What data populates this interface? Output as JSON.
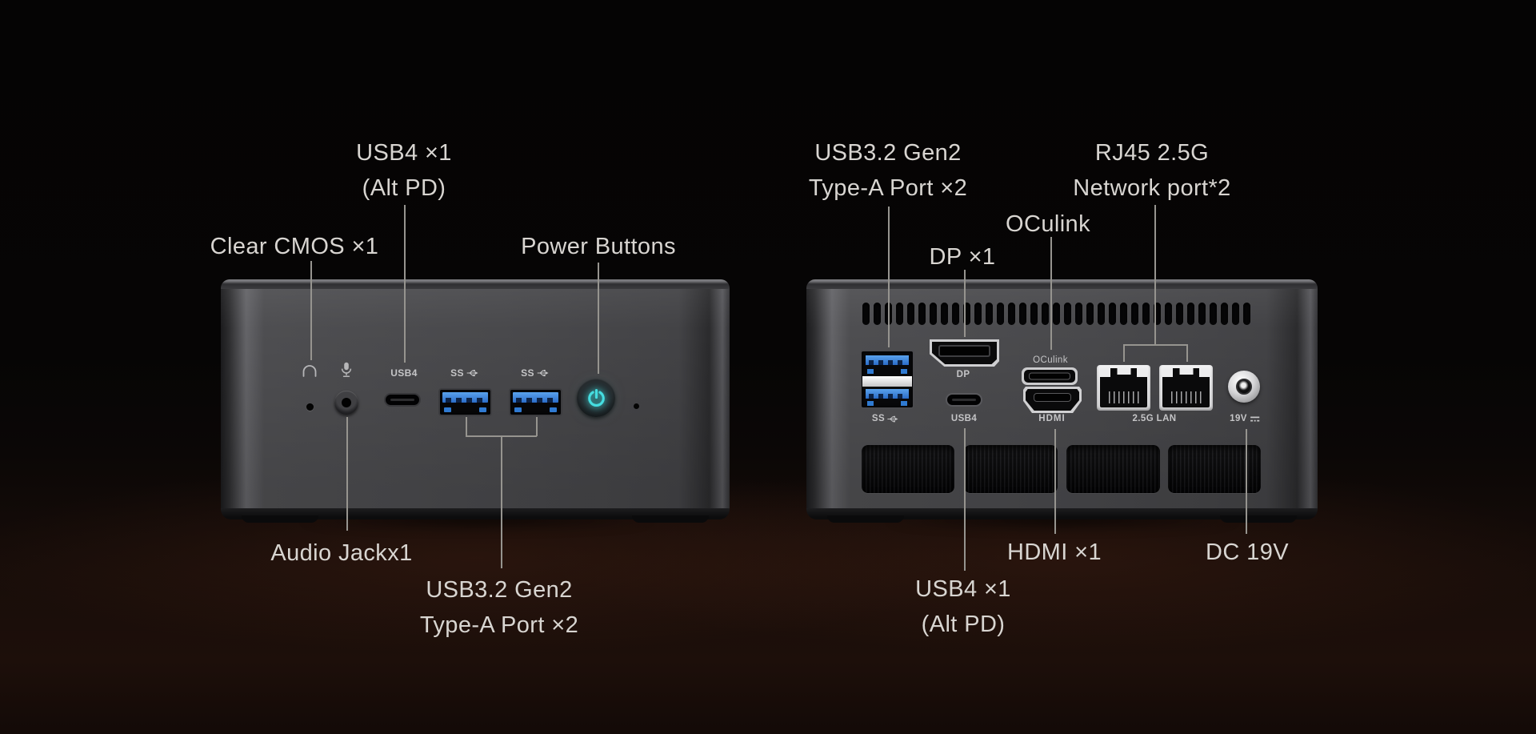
{
  "colors": {
    "background": "#060505",
    "floor_glow": "#542818",
    "label_text": "#d8d5d1",
    "callout_line": "#96948f",
    "device_face": "#49494c",
    "usb_blue": "#3b82d8",
    "power_glow": "#40d9dc"
  },
  "front_panel": {
    "callouts": {
      "usb4": {
        "line1": "USB4 ×1",
        "line2": "(Alt PD)"
      },
      "clear_cmos": {
        "line1": "Clear CMOS ×1"
      },
      "power": {
        "line1": "Power Buttons"
      },
      "audio": {
        "line1": "Audio Jackx1"
      },
      "usb32": {
        "line1": "USB3.2 Gen2",
        "line2": "Type-A Port ×2"
      }
    },
    "printed": {
      "usb4": "USB4",
      "ss": "SS"
    }
  },
  "rear_panel": {
    "callouts": {
      "usb32": {
        "line1": "USB3.2 Gen2",
        "line2": "Type-A Port ×2"
      },
      "rj45": {
        "line1": "RJ45 2.5G",
        "line2": "Network port*2"
      },
      "oculink": {
        "line1": "OCulink"
      },
      "dp": {
        "line1": "DP ×1"
      },
      "hdmi": {
        "line1": "HDMI ×1"
      },
      "dc": {
        "line1": "DC 19V"
      },
      "usb4": {
        "line1": "USB4 ×1",
        "line2": "(Alt PD)"
      }
    },
    "printed": {
      "ss": "SS",
      "dp": "DP",
      "usb4": "USB4",
      "oculink": "OCulink",
      "hdmi": "HDMI",
      "lan": "2.5G LAN",
      "dc": "19V"
    }
  }
}
